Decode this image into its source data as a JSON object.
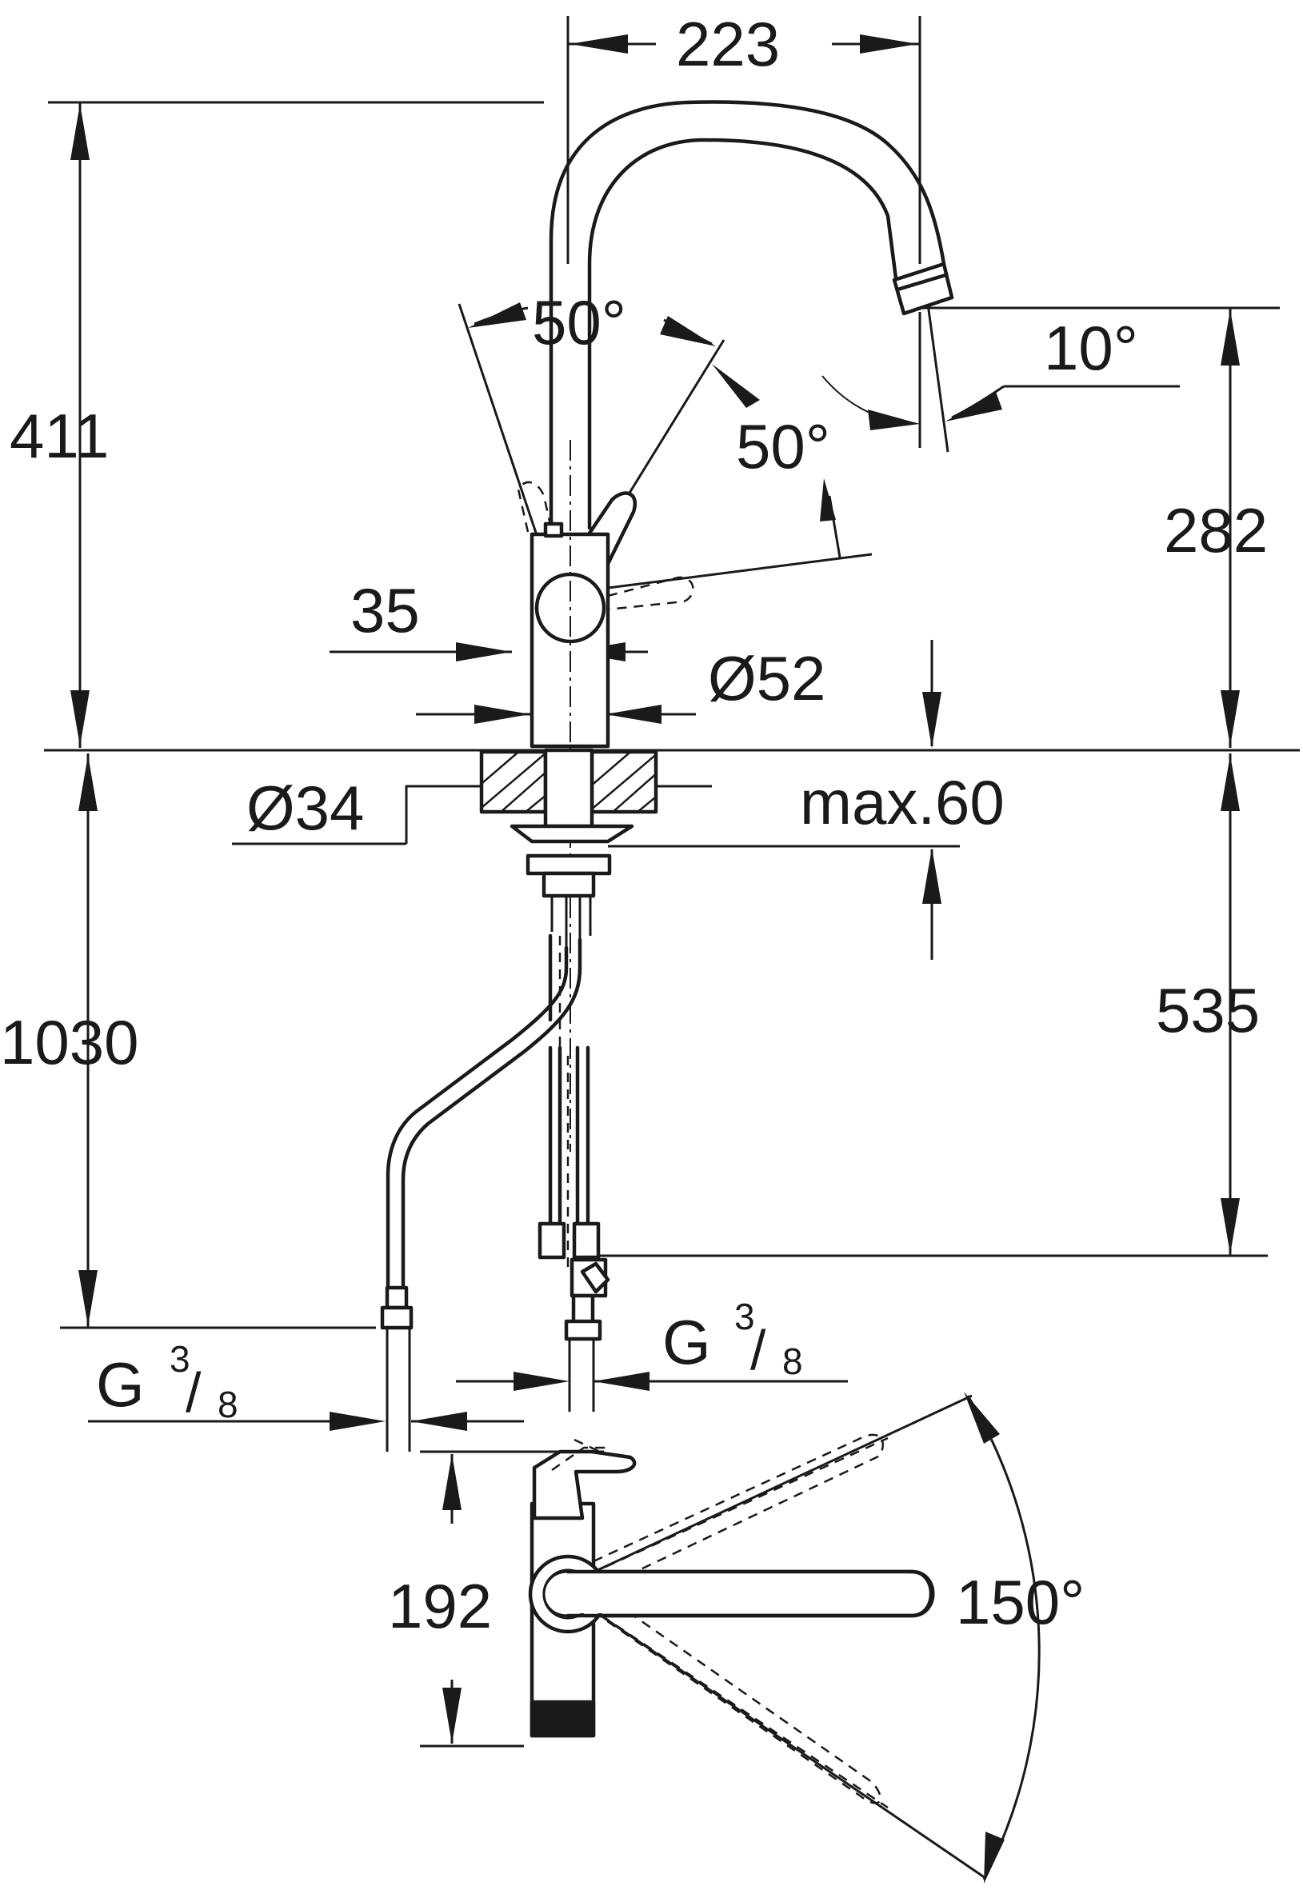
{
  "dimensions": {
    "spout_reach": "223",
    "total_height": "411",
    "spout_height": "282",
    "spout_angle": "10°",
    "lever_angle_left": "50°",
    "lever_angle_right": "50°",
    "body_offset": "35",
    "body_diameter": "Ø52",
    "hole_diameter": "Ø34",
    "max_counter": "max.60",
    "hose_length": "1030",
    "hose_height": "535",
    "thread_right": {
      "main": "G",
      "num": "3",
      "den": "8"
    },
    "thread_left": {
      "main": "G",
      "num": "3",
      "den": "8"
    },
    "lever_length": "192",
    "swivel_angle": "150°"
  }
}
